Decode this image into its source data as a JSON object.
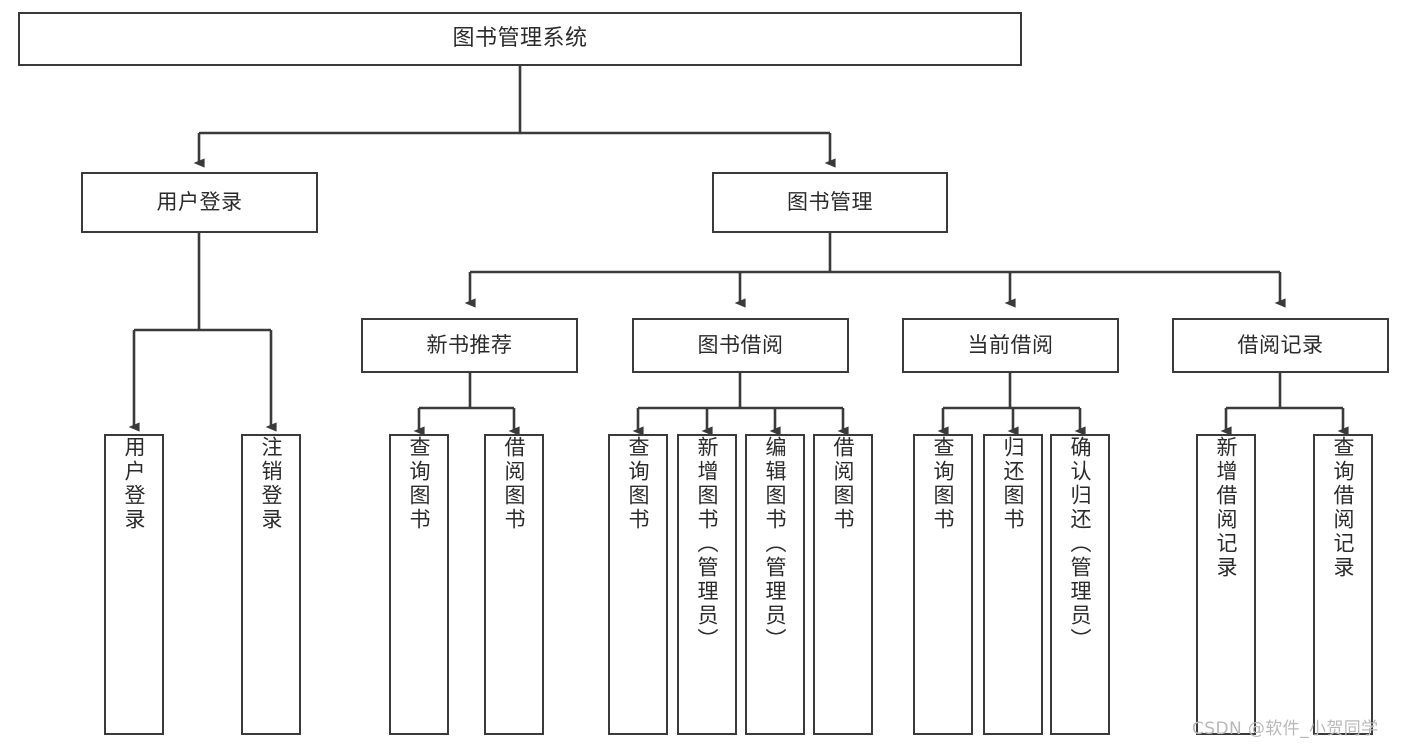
{
  "diagram": {
    "type": "tree-hierarchy",
    "title": "图书管理系统",
    "watermark": "CSDN @软件_小贺同学",
    "colors": {
      "background": "#ffffff",
      "stroke": "#3a3a3a",
      "text": "#2b2b2b",
      "watermark": "#b9b9b9"
    },
    "nodes": {
      "root": {
        "label": "图书管理系统",
        "level": 1
      },
      "user_login": {
        "label": "用户登录",
        "level": 2
      },
      "book_manage": {
        "label": "图书管理",
        "level": 2
      },
      "new_book_rec": {
        "label": "新书推荐",
        "level": 3
      },
      "book_borrow": {
        "label": "图书借阅",
        "level": 3
      },
      "current_borrow": {
        "label": "当前借阅",
        "level": 3
      },
      "borrow_record": {
        "label": "借阅记录",
        "level": 3
      },
      "leaf_user_login": {
        "label": "用户登录",
        "level": 4
      },
      "leaf_logout": {
        "label": "注销登录",
        "level": 4
      },
      "leaf_query_book_a": {
        "label": "查询图书",
        "level": 4
      },
      "leaf_borrow_book_a": {
        "label": "借阅图书",
        "level": 4
      },
      "leaf_query_book_b": {
        "label": "查询图书",
        "level": 4
      },
      "leaf_add_book": {
        "label": "新增图书（管理员）",
        "level": 4
      },
      "leaf_edit_book": {
        "label": "编辑图书（管理员）",
        "level": 4
      },
      "leaf_borrow_book_b": {
        "label": "借阅图书",
        "level": 4
      },
      "leaf_query_book_c": {
        "label": "查询图书",
        "level": 4
      },
      "leaf_return_book": {
        "label": "归还图书",
        "level": 4
      },
      "leaf_confirm_return": {
        "label": "确认归还（管理员）",
        "level": 4
      },
      "leaf_add_record": {
        "label": "新增借阅记录",
        "level": 4
      },
      "leaf_query_record": {
        "label": "查询借阅记录",
        "level": 4
      }
    },
    "edges": [
      {
        "from": "root",
        "to": "user_login"
      },
      {
        "from": "root",
        "to": "book_manage"
      },
      {
        "from": "user_login",
        "to": "leaf_user_login"
      },
      {
        "from": "user_login",
        "to": "leaf_logout"
      },
      {
        "from": "book_manage",
        "to": "new_book_rec"
      },
      {
        "from": "book_manage",
        "to": "book_borrow"
      },
      {
        "from": "book_manage",
        "to": "current_borrow"
      },
      {
        "from": "book_manage",
        "to": "borrow_record"
      },
      {
        "from": "new_book_rec",
        "to": "leaf_query_book_a"
      },
      {
        "from": "new_book_rec",
        "to": "leaf_borrow_book_a"
      },
      {
        "from": "book_borrow",
        "to": "leaf_query_book_b"
      },
      {
        "from": "book_borrow",
        "to": "leaf_add_book"
      },
      {
        "from": "book_borrow",
        "to": "leaf_edit_book"
      },
      {
        "from": "book_borrow",
        "to": "leaf_borrow_book_b"
      },
      {
        "from": "current_borrow",
        "to": "leaf_query_book_c"
      },
      {
        "from": "current_borrow",
        "to": "leaf_return_book"
      },
      {
        "from": "current_borrow",
        "to": "leaf_confirm_return"
      },
      {
        "from": "borrow_record",
        "to": "leaf_add_record"
      },
      {
        "from": "borrow_record",
        "to": "leaf_query_record"
      }
    ]
  }
}
